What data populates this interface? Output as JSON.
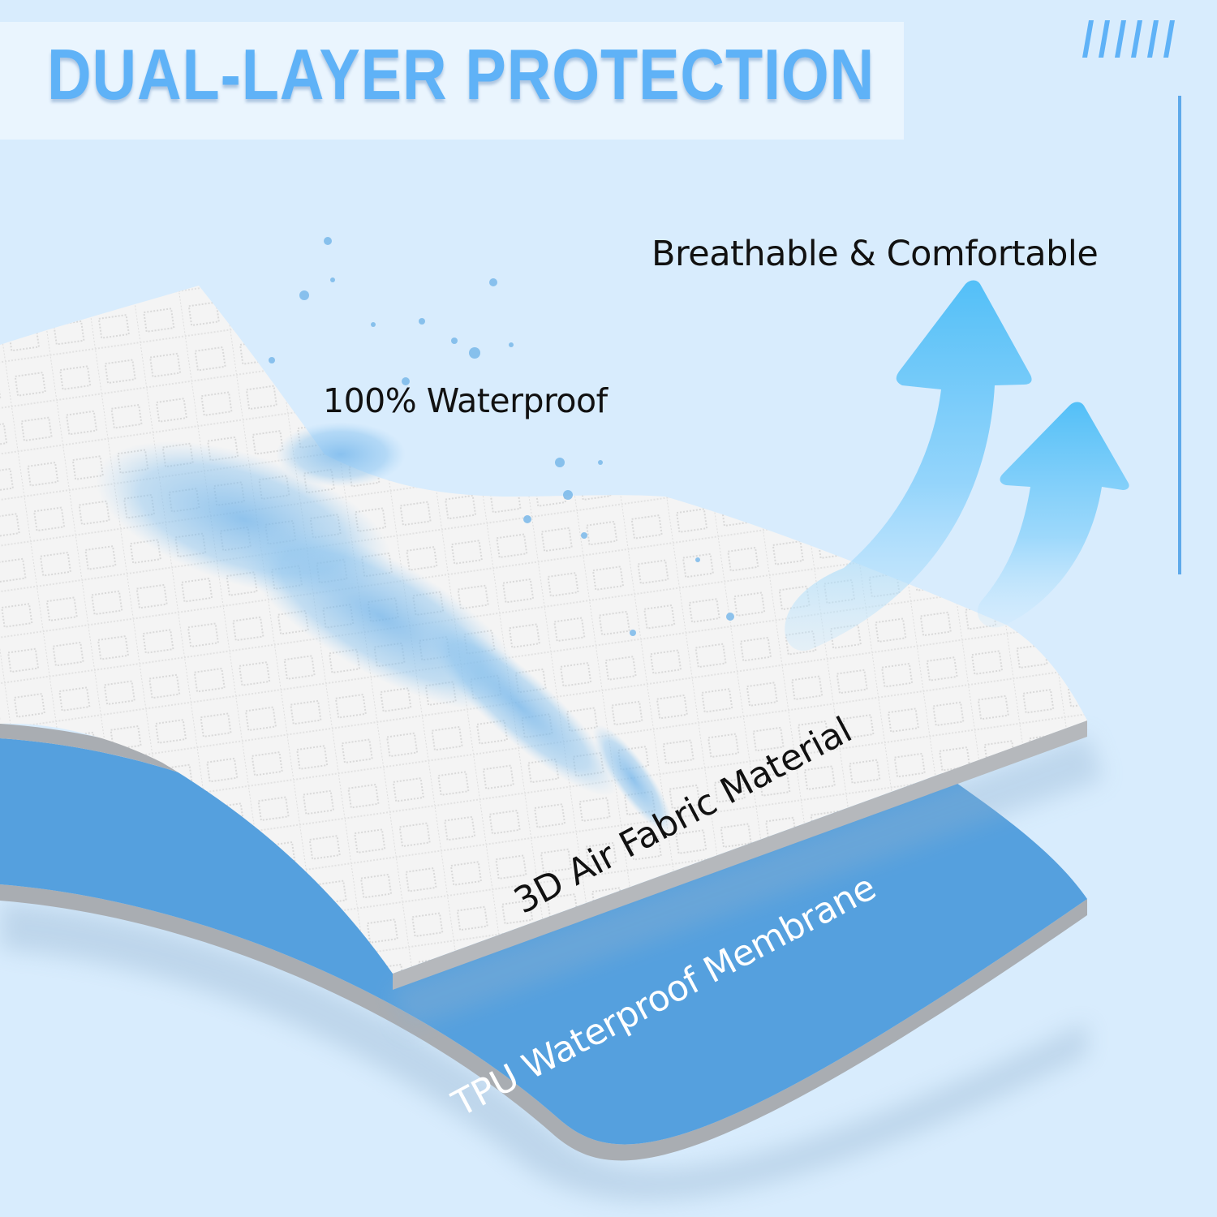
{
  "header": {
    "title": "DUAL-LAYER PROTECTION"
  },
  "decor": {
    "slash_count": 6,
    "accent_color": "#5fb2f7"
  },
  "labels": {
    "breathable": "Breathable & Comfortable",
    "waterproof": "100% Waterproof",
    "fabric_layer": "3D Air Fabric Material",
    "membrane_layer": "TPU Waterproof Membrane"
  },
  "colors": {
    "background": "#d8ecfd",
    "banner": "#eaf5fe",
    "title": "#5fb2f7",
    "membrane": "#55a0de",
    "edge": "#a9adb2",
    "fabric": "#f3f3f3",
    "arrow": "#4fc0f8",
    "water": "#7ab9ea"
  },
  "icons": {
    "arrows": "airflow-arrow-icons",
    "splash": "water-splash-icon"
  }
}
